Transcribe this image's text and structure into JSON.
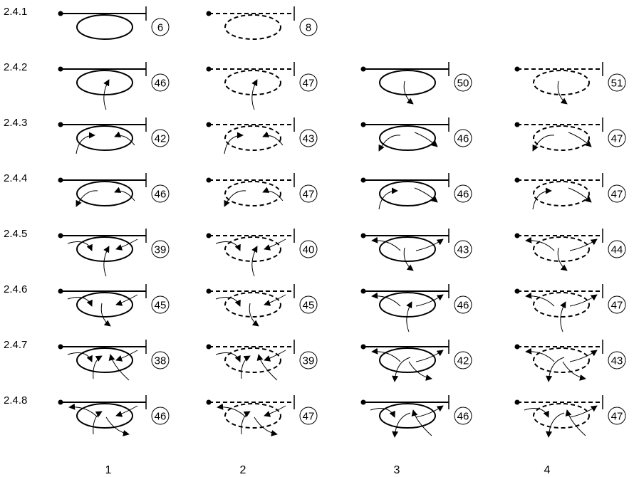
{
  "rows": [
    {
      "label": "2.4.1",
      "cells": [
        {
          "badge": "6",
          "style": "solid",
          "arrows": []
        },
        {
          "badge": "8",
          "style": "dashed",
          "arrows": []
        },
        null,
        null
      ]
    },
    {
      "label": "2.4.2",
      "cells": [
        {
          "badge": "46",
          "style": "solid",
          "arrows": [
            "bottom-in"
          ]
        },
        {
          "badge": "47",
          "style": "dashed",
          "arrows": [
            "bottom-in"
          ]
        },
        {
          "badge": "50",
          "style": "solid",
          "arrows": [
            "bottom-out"
          ]
        },
        {
          "badge": "51",
          "style": "dashed",
          "arrows": [
            "bottom-out"
          ]
        }
      ]
    },
    {
      "label": "2.4.3",
      "cells": [
        {
          "badge": "42",
          "style": "solid",
          "arrows": [
            "left-in",
            "right-in"
          ]
        },
        {
          "badge": "43",
          "style": "dashed",
          "arrows": [
            "left-in",
            "right-in"
          ]
        },
        {
          "badge": "46",
          "style": "solid",
          "arrows": [
            "left-out",
            "right-out"
          ]
        },
        {
          "badge": "47",
          "style": "dashed",
          "arrows": [
            "left-out",
            "right-out"
          ]
        }
      ]
    },
    {
      "label": "2.4.4",
      "cells": [
        {
          "badge": "46",
          "style": "solid",
          "arrows": [
            "left-out",
            "right-in"
          ]
        },
        {
          "badge": "47",
          "style": "dashed",
          "arrows": [
            "left-out",
            "right-in"
          ]
        },
        {
          "badge": "46",
          "style": "solid",
          "arrows": [
            "left-in",
            "right-out"
          ]
        },
        {
          "badge": "47",
          "style": "dashed",
          "arrows": [
            "left-in",
            "right-out"
          ]
        }
      ]
    },
    {
      "label": "2.4.5",
      "cells": [
        {
          "badge": "39",
          "style": "solid",
          "arrows": [
            "top-left-in",
            "top-right-in",
            "bottom-in"
          ]
        },
        {
          "badge": "40",
          "style": "dashed",
          "arrows": [
            "top-left-in",
            "top-right-in",
            "bottom-in"
          ]
        },
        {
          "badge": "43",
          "style": "solid",
          "arrows": [
            "top-left-out",
            "top-right-out",
            "bottom-out"
          ]
        },
        {
          "badge": "44",
          "style": "dashed",
          "arrows": [
            "top-left-out",
            "top-right-out",
            "bottom-out"
          ]
        }
      ]
    },
    {
      "label": "2.4.6",
      "cells": [
        {
          "badge": "45",
          "style": "solid",
          "arrows": [
            "top-left-in",
            "top-right-in",
            "bottom-out"
          ]
        },
        {
          "badge": "45",
          "style": "dashed",
          "arrows": [
            "top-left-in",
            "top-right-in",
            "bottom-out"
          ]
        },
        {
          "badge": "46",
          "style": "solid",
          "arrows": [
            "top-left-out",
            "top-right-out",
            "bottom-in"
          ]
        },
        {
          "badge": "47",
          "style": "dashed",
          "arrows": [
            "top-left-out",
            "top-right-out",
            "bottom-in"
          ]
        }
      ]
    },
    {
      "label": "2.4.7",
      "cells": [
        {
          "badge": "38",
          "style": "solid",
          "arrows": [
            "top-left-in",
            "top-right-in",
            "bottom-left-in",
            "bottom-right-in"
          ]
        },
        {
          "badge": "39",
          "style": "dashed",
          "arrows": [
            "top-left-in",
            "top-right-in",
            "bottom-left-in",
            "bottom-right-in"
          ]
        },
        {
          "badge": "42",
          "style": "solid",
          "arrows": [
            "top-left-out",
            "top-right-out",
            "bottom-left-out",
            "bottom-right-out"
          ]
        },
        {
          "badge": "43",
          "style": "dashed",
          "arrows": [
            "top-left-out",
            "top-right-out",
            "bottom-left-out",
            "bottom-right-out"
          ]
        }
      ]
    },
    {
      "label": "2.4.8",
      "cells": [
        {
          "badge": "46",
          "style": "solid",
          "arrows": [
            "top-left-out",
            "top-right-in",
            "bottom-left-in",
            "bottom-right-out"
          ]
        },
        {
          "badge": "47",
          "style": "dashed",
          "arrows": [
            "top-left-out",
            "top-right-in",
            "bottom-left-in",
            "bottom-right-out"
          ]
        },
        {
          "badge": "46",
          "style": "solid",
          "arrows": [
            "top-left-in",
            "top-right-out",
            "bottom-left-out",
            "bottom-right-in"
          ]
        },
        {
          "badge": "47",
          "style": "dashed",
          "arrows": [
            "top-left-in",
            "top-right-out",
            "bottom-left-out",
            "bottom-right-in"
          ]
        }
      ]
    }
  ],
  "columns": [
    "1",
    "2",
    "3",
    "4"
  ]
}
